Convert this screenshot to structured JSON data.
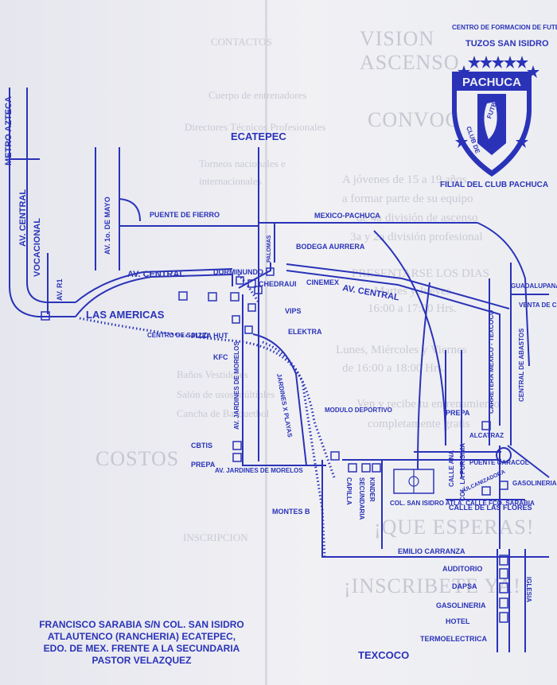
{
  "club": {
    "header_line1": "CENTRO DE FORMACION DE FUTBOL",
    "header_line2": "TUZOS SAN ISIDRO",
    "crest_name": "PACHUCA",
    "crest_motto_left": "CLUB DE",
    "crest_motto_right": "FUTBOL",
    "affiliate": "FILIAL DEL CLUB PACHUCA"
  },
  "map": {
    "cities": {
      "north": "ECATEPEC",
      "south": "TEXCOCO"
    },
    "roads": {
      "metro_azteca": "METRO AZTECA",
      "av_central_vertical": "AV. CENTRAL",
      "vocacional": "VOCACIONAL",
      "av_1o_de_mayo": "AV. 1o. DE MAYO",
      "av_r1": "AV. R1",
      "puente_de_fierro": "PUENTE DE FIERRO",
      "av_central_left": "AV. CENTRAL",
      "av_central_right": "AV. CENTRAL",
      "mexico_pachuca": "MEXICO-PACHUCA",
      "carretera_mexico_texcoco": "CARRETERA MEXICO - TEXCOCO",
      "av_jardines_morelos_v": "AV. JARDINES DE MORELOS",
      "av_jardines_morelos_h": "AV. JARDINES DE MORELOS",
      "jardines_x_playas": "JARDINES X PLAYAS",
      "calle_ana": "CALLE ANA",
      "col_la_purisima": "COL. LA PURISIMA",
      "calle_de_las_flores": "CALLE DE LAS FLORES",
      "emilio_carranza": "EMILIO CARRANZA",
      "palomas": "PALOMAS"
    },
    "places": {
      "las_americas": "LAS AMERICAS",
      "dorminundo": "DORMINUNDO",
      "bodega_aurrera": "BODEGA AURRERA",
      "chedraui": "CHEDRAUI",
      "cinemex": "CINEMEX",
      "vips": "VIPS",
      "elektra": "ELEKTRA",
      "kfc": "KFC",
      "pizza_hut": "PIZZA HUT",
      "centro_de_salud": "CENTRO DE SALUD",
      "cbtis": "CBTIS",
      "prepa_left": "PREPA",
      "montes_b": "MONTES B",
      "modulo_deportivo": "MODULO DEPORTIVO",
      "capilla": "CAPILLA",
      "secundaria": "SECUNDARIA",
      "kinder": "KINDER",
      "field": "COL. SAN ISIDRO ATLA. CALLE FCO. SARABIA",
      "prepa_right": "PREPA",
      "alcatraz": "ALCATRAZ",
      "puente_caracol": "PUENTE CARACOL",
      "vulcanizadora": "VULCANIZADORA",
      "gasolineria_right": "GASOLINERIA",
      "guadalupana": "GUADALUPANA",
      "venta_de_carpio": "VENTA DE CARPIO",
      "central_de_abastos": "CENTRAL DE ABASTOS",
      "auditorio": "AUDITORIO",
      "dapsa": "DAPSA",
      "gasolineria_bottom": "GASOLINERIA",
      "hotel": "HOTEL",
      "iglesia": "IGLESIA",
      "termoelectrica": "TERMOELECTRICA"
    }
  },
  "address": {
    "line1": "FRANCISCO SARABIA S/N COL. SAN ISIDRO",
    "line2": "ATLAUTENCO (RANCHERIA) ECATEPEC,",
    "line3": "EDO. DE MEX. FRENTE A LA SECUNDARIA",
    "line4": "PASTOR VELAZQUEZ"
  },
  "background_text": {
    "contactos": "CONTACTOS",
    "entrenadores": "Cuerpo de entrenadores",
    "directores": "Directores Técnicos Profesionales",
    "torneos": "Torneos nacionales e",
    "internacionales": "internacionales",
    "costos": "COSTOS",
    "inscripcion": "INSCRIPCION",
    "division": "VISION",
    "ascenso": "ASCENSO",
    "convoca": "CONVOCA",
    "edad": "A jóvenes de 15 a 19 años",
    "formar": "a formar parte de su equipo",
    "division4": "de 4a división de ascenso",
    "profesional": "3a y 2a división profesional",
    "presentarse": "PRESENTARSE LOS DIAS",
    "martes": "Martes y Jueves",
    "horario1": "16:00 a 17:00 Hrs.",
    "lunes": "Lunes, Miércoles y Viernes",
    "horario2": "de 16:00 a 18:00 Hrs.",
    "vestidores": "Baños Vestidores",
    "salon": "Salón de usos múltiples",
    "cancha": "Cancha de Basquetbol",
    "entrenamiento": "Ven y recibe tu entrenamiento",
    "gratis": "completamente gratis",
    "que_esperas": "¡QUE ESPERAS!",
    "inscribete": "¡INSCRIBETE YA!"
  },
  "colors": {
    "ink": "#2a33b8",
    "paper": "#eeeef3",
    "ghost": "#c9cad4"
  }
}
